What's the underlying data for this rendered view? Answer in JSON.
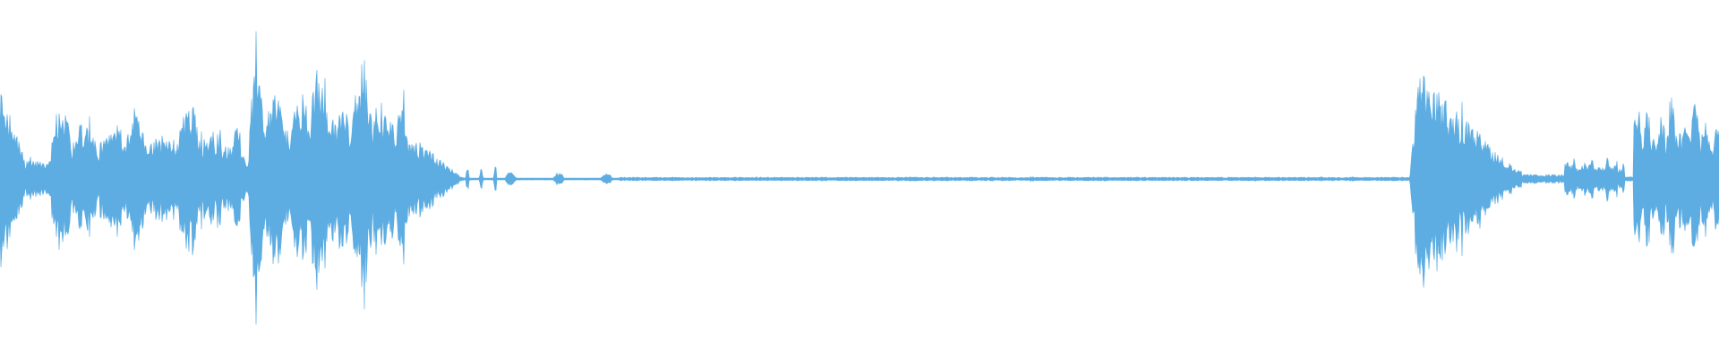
{
  "waveform": {
    "color": "#5dade2",
    "background": "#ffffff",
    "segments": [
      {
        "start": 0.0,
        "end": 0.031,
        "amp": 0.42,
        "shape": "attack"
      },
      {
        "start": 0.031,
        "end": 0.06,
        "amp": 0.08,
        "shape": "flat"
      },
      {
        "start": 0.06,
        "end": 0.28,
        "amp": 0.34,
        "shape": "busy"
      },
      {
        "start": 0.28,
        "end": 0.29,
        "amp": 0.1,
        "shape": "flat"
      },
      {
        "start": 0.29,
        "end": 0.47,
        "amp": 0.52,
        "shape": "busy"
      },
      {
        "start": 0.47,
        "end": 0.54,
        "amp": 0.22,
        "shape": "decay"
      },
      {
        "start": 0.54,
        "end": 0.58,
        "amp": 0.06,
        "shape": "blip"
      },
      {
        "start": 0.58,
        "end": 0.72,
        "amp": 0.03,
        "shape": "blip"
      },
      {
        "start": 0.72,
        "end": 1.64,
        "amp": 0.008,
        "shape": "flat"
      },
      {
        "start": 1.64,
        "end": 1.77,
        "amp": 0.48,
        "shape": "attack-decay"
      },
      {
        "start": 1.77,
        "end": 1.82,
        "amp": 0.02,
        "shape": "flat"
      },
      {
        "start": 1.82,
        "end": 1.89,
        "amp": 0.1,
        "shape": "busy"
      },
      {
        "start": 1.89,
        "end": 1.9,
        "amp": 0.01,
        "shape": "flat"
      },
      {
        "start": 1.9,
        "end": 2.0,
        "amp": 0.4,
        "shape": "busy"
      }
    ]
  }
}
